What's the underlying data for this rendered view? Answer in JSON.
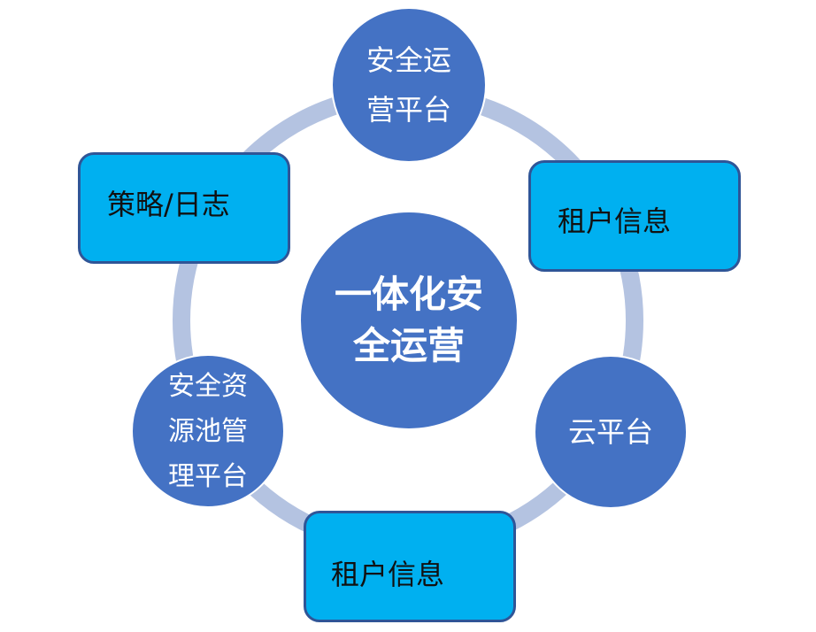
{
  "diagram": {
    "center": "一体化安\n全运营",
    "top": "安全运\n营平台",
    "right_box": "租户信息",
    "right_circle": "云平台",
    "bottom_box": "租户信息",
    "left_circle": "安全资\n源池管\n理平台",
    "left_box": "策略/日志"
  },
  "colors": {
    "ring": "#b4c3e1",
    "circle_fill": "#4472c4",
    "box_fill": "#00b0f0",
    "box_border": "#2f5597",
    "circle_text": "#ffffff",
    "box_text": "#111111"
  }
}
